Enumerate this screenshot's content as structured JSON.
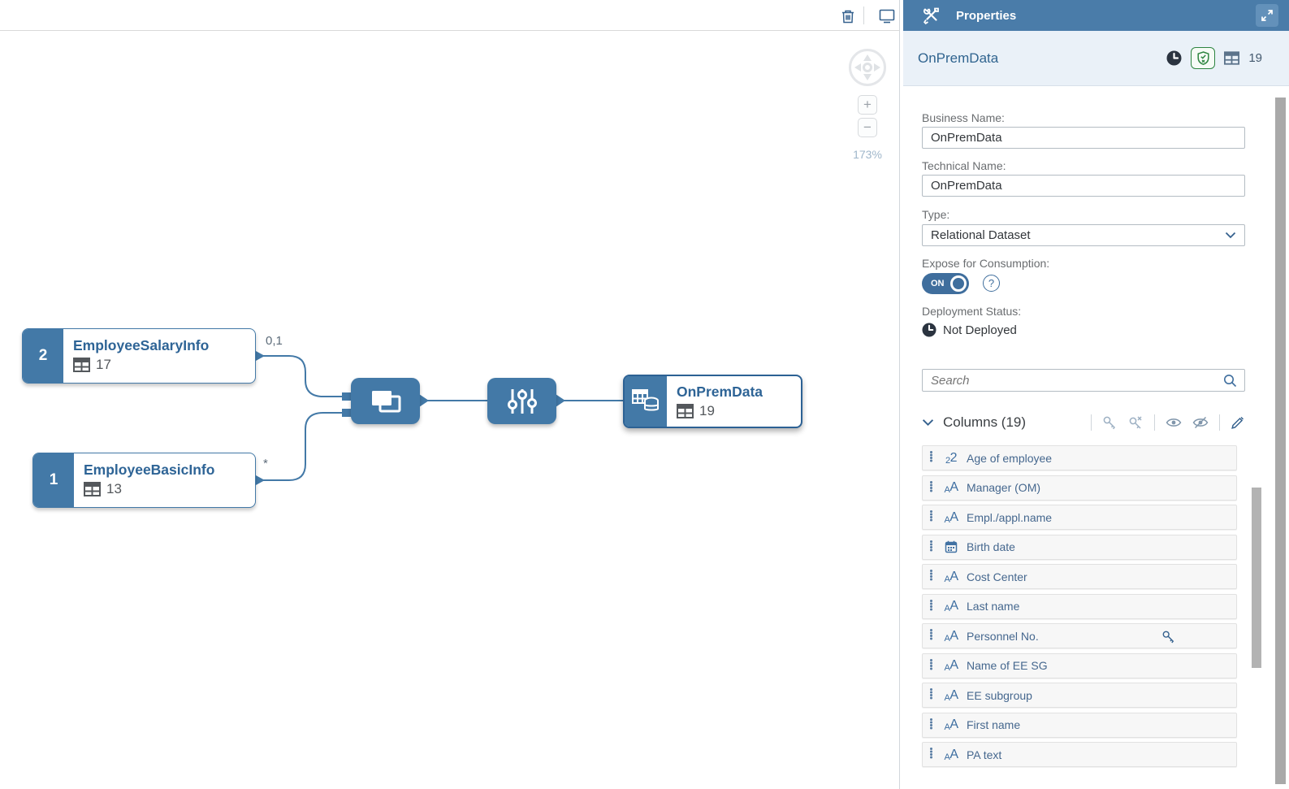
{
  "canvas": {
    "toolbar": {
      "trash_icon": "trash",
      "monitor_icon": "monitor"
    },
    "zoom_level": "173%",
    "sources": [
      {
        "order": "2",
        "title": "EmployeeSalaryInfo",
        "column_count": "17",
        "cardinality": "0,1"
      },
      {
        "order": "1",
        "title": "EmployeeBasicInfo",
        "column_count": "13",
        "cardinality": "*"
      }
    ],
    "operators": [
      {
        "name": "join"
      },
      {
        "name": "projection"
      }
    ],
    "output": {
      "title": "OnPremData",
      "column_count": "19"
    }
  },
  "panel": {
    "title": "Properties",
    "object": {
      "name": "OnPremData",
      "column_count": "19"
    },
    "fields": {
      "business_name_label": "Business Name:",
      "business_name_value": "OnPremData",
      "technical_name_label": "Technical Name:",
      "technical_name_value": "OnPremData",
      "type_label": "Type:",
      "type_value": "Relational Dataset",
      "expose_label": "Expose for Consumption:",
      "expose_state": "ON",
      "deployment_label": "Deployment Status:",
      "deployment_value": "Not Deployed"
    },
    "search_placeholder": "Search",
    "columns_header": "Columns (19)",
    "columns": [
      {
        "type": "number",
        "label": "Age of employee"
      },
      {
        "type": "text",
        "label": "Manager (OM)"
      },
      {
        "type": "text",
        "label": "Empl./appl.name"
      },
      {
        "type": "date",
        "label": "Birth date"
      },
      {
        "type": "text",
        "label": "Cost Center"
      },
      {
        "type": "text",
        "label": "Last name"
      },
      {
        "type": "text",
        "label": "Personnel No.",
        "key": true
      },
      {
        "type": "text",
        "label": "Name of EE SG"
      },
      {
        "type": "text",
        "label": "EE subgroup"
      },
      {
        "type": "text",
        "label": "First name"
      },
      {
        "type": "text",
        "label": "PA text"
      }
    ],
    "colors": {
      "header_blue": "#4a7ca9",
      "node_blue": "#4379a7",
      "accent_blue": "#35618e",
      "status_green": "#2e8540",
      "subheader_bg": "#eaf1f8"
    }
  }
}
